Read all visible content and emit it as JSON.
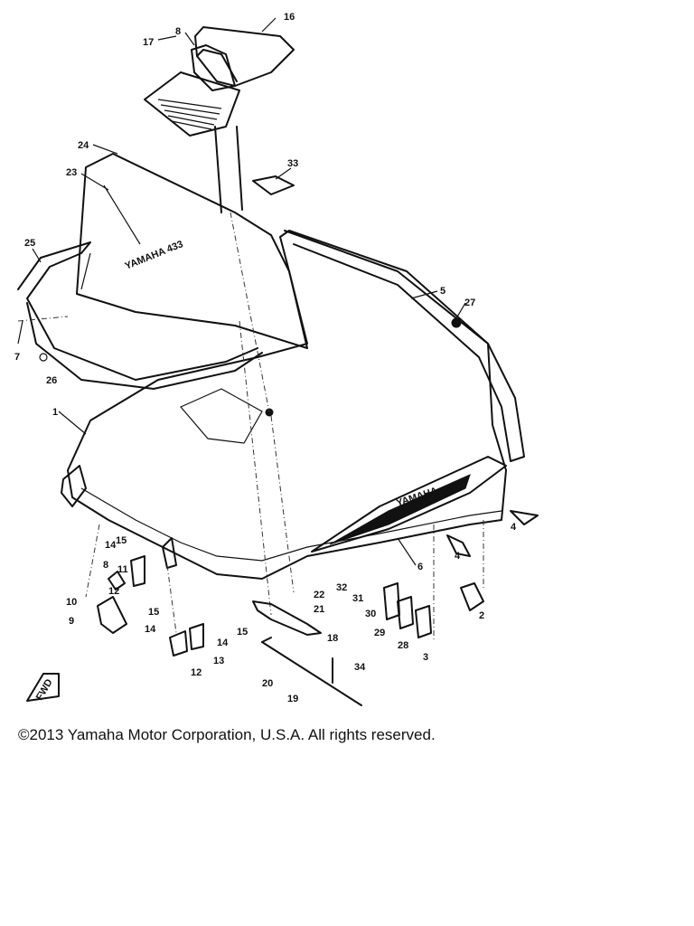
{
  "diagram": {
    "callouts": [
      "1",
      "2",
      "3",
      "4",
      "5",
      "6",
      "7",
      "8",
      "9",
      "10",
      "11",
      "12",
      "13",
      "14",
      "15",
      "16",
      "17",
      "18",
      "19",
      "20",
      "21",
      "22",
      "23",
      "24",
      "25",
      "26",
      "27",
      "28",
      "29",
      "30",
      "31",
      "32",
      "33",
      "34"
    ],
    "hood_decal": "YAMAHA",
    "hood_model": "433",
    "windshield_decal": "YAMAHA 433",
    "arrow_mark": "FWD"
  },
  "footer": {
    "copyright": "©2013 Yamaha Motor Corporation, U.S.A. All rights reserved."
  }
}
